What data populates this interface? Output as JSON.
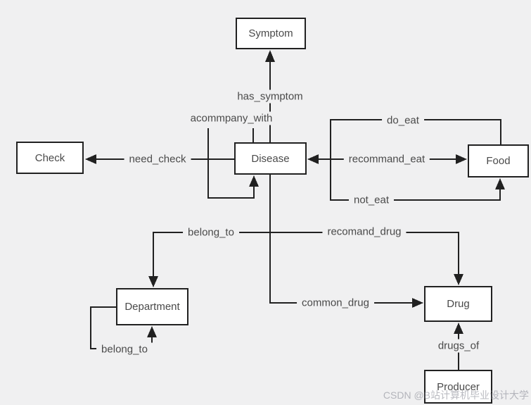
{
  "diagram_type": "knowledge-graph-schema",
  "colors": {
    "background": "#f0f0f1",
    "node_fill": "#ffffff",
    "node_border": "#212121",
    "edge_line": "#212121",
    "text": "#4a4a4a",
    "watermark_text": "#b9babf"
  },
  "nodes": {
    "symptom": {
      "label": "Symptom"
    },
    "check": {
      "label": "Check"
    },
    "disease": {
      "label": "Disease"
    },
    "food": {
      "label": "Food"
    },
    "department": {
      "label": "Department"
    },
    "drug": {
      "label": "Drug"
    },
    "producer": {
      "label": "Producer"
    }
  },
  "edges": {
    "has_symptom": {
      "label": "has_symptom",
      "from": "Disease",
      "to": "Symptom"
    },
    "acommpany_with": {
      "label": "acommpany_with",
      "from": "Disease",
      "to": "Disease"
    },
    "need_check": {
      "label": "need_check",
      "from": "Disease",
      "to": "Check"
    },
    "do_eat": {
      "label": "do_eat",
      "from": "Disease",
      "to": "Food"
    },
    "recommand_eat": {
      "label": "recommand_eat",
      "from": "Disease",
      "to": "Food"
    },
    "not_eat": {
      "label": "not_eat",
      "from": "Disease",
      "to": "Food"
    },
    "belong_to": {
      "label": "belong_to",
      "from": "Disease",
      "to": "Department"
    },
    "recomand_drug": {
      "label": "recomand_drug",
      "from": "Disease",
      "to": "Drug"
    },
    "common_drug": {
      "label": "common_drug",
      "from": "Disease",
      "to": "Drug"
    },
    "belong_to_self": {
      "label": "belong_to",
      "from": "Department",
      "to": "Department"
    },
    "drugs_of": {
      "label": "drugs_of",
      "from": "Producer",
      "to": "Drug"
    }
  },
  "watermark": {
    "text": "CSDN @B站计算机毕业设计大学"
  }
}
